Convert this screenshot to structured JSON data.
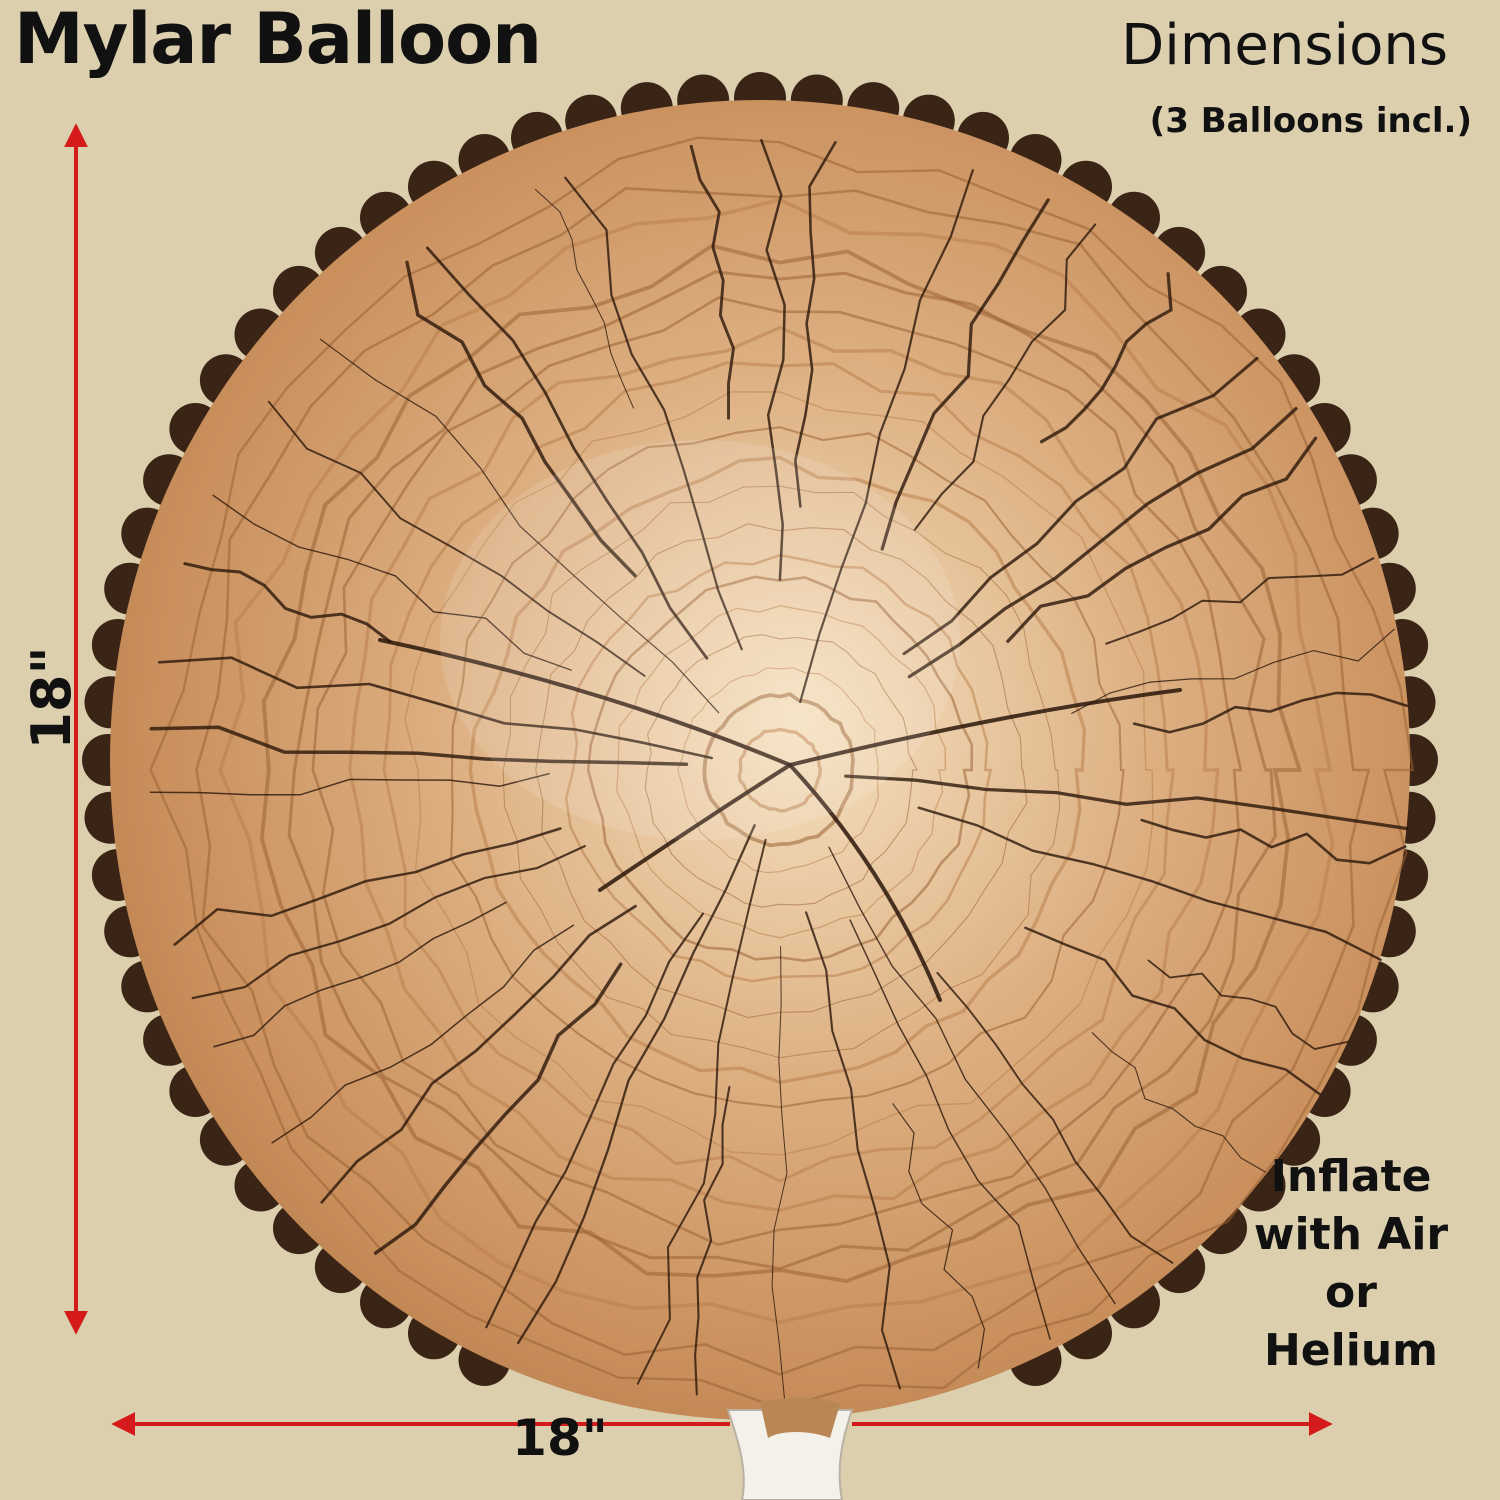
{
  "title": "Mylar Balloon",
  "subtitle": "Dimensions",
  "note": "(3 Balloons incl.)",
  "height_label": "18\"",
  "width_label": "18\"",
  "inflate_lines": [
    "Inflate",
    "with Air",
    "or",
    "Helium"
  ],
  "colors": {
    "background": "#dccfae",
    "arrow": "#d41a1a",
    "wood_light": "#f3dcb8",
    "wood_mid": "#cf9966",
    "wood_dark": "#8f5a2e",
    "crack": "#2a160a"
  }
}
